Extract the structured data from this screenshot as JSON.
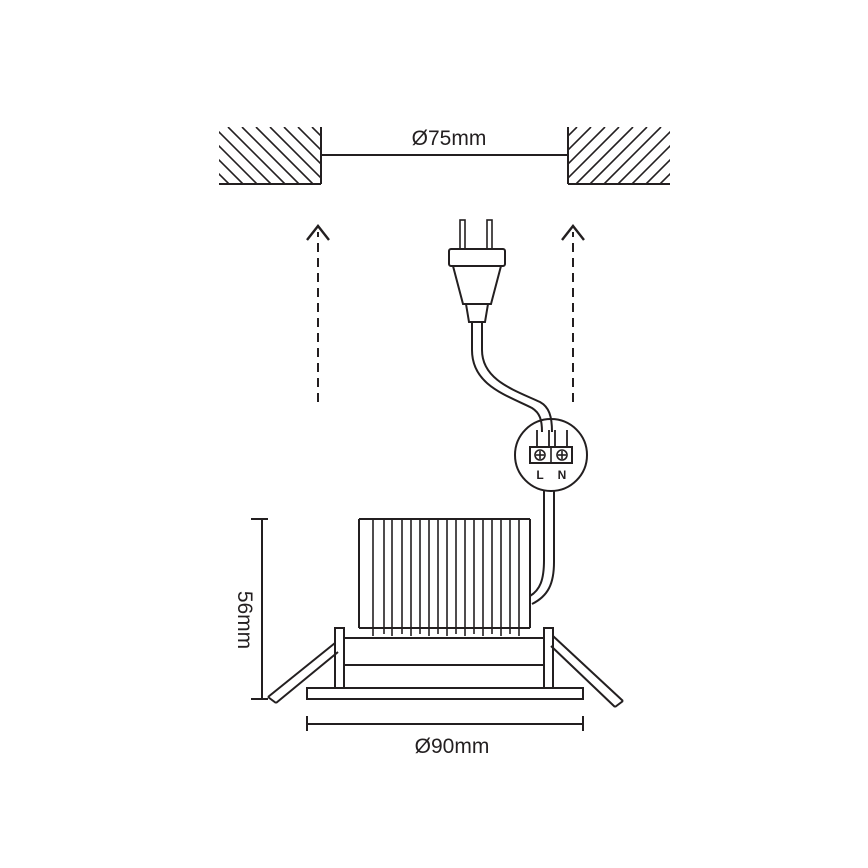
{
  "dimensions": {
    "cutout_diameter": "Ø75mm",
    "outer_diameter": "Ø90mm",
    "height": "56mm"
  },
  "terminal_block": {
    "live_label": "L",
    "neutral_label": "N"
  },
  "colors": {
    "stroke": "#231f20",
    "background": "#ffffff"
  }
}
